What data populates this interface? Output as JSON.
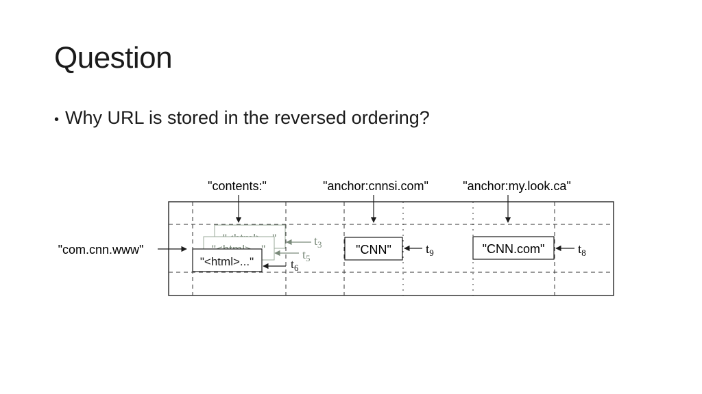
{
  "slide": {
    "title": "Question",
    "bullet": "Why URL is stored in the reversed ordering?"
  },
  "diagram": {
    "row_key": "\"com.cnn.www\"",
    "columns": [
      {
        "label": "\"contents:\""
      },
      {
        "label": "\"anchor:cnnsi.com\""
      },
      {
        "label": "\"anchor:my.look.ca\""
      }
    ],
    "contents_versions": [
      {
        "value": "\"<html>...\"",
        "time_letter": "t",
        "time_sub": "3"
      },
      {
        "value": "\"<html>...\"",
        "time_letter": "t",
        "time_sub": "5"
      },
      {
        "value": "\"<html>...\"",
        "time_letter": "t",
        "time_sub": "6"
      }
    ],
    "anchor_cnnsi": {
      "value": "\"CNN\"",
      "time_letter": "t",
      "time_sub": "9"
    },
    "anchor_mylook": {
      "value": "\"CNN.com\"",
      "time_letter": "t",
      "time_sub": "8"
    },
    "colors": {
      "ink": "#1a1a1a",
      "faded": "#7a8a7a",
      "grid": "#333333"
    }
  }
}
